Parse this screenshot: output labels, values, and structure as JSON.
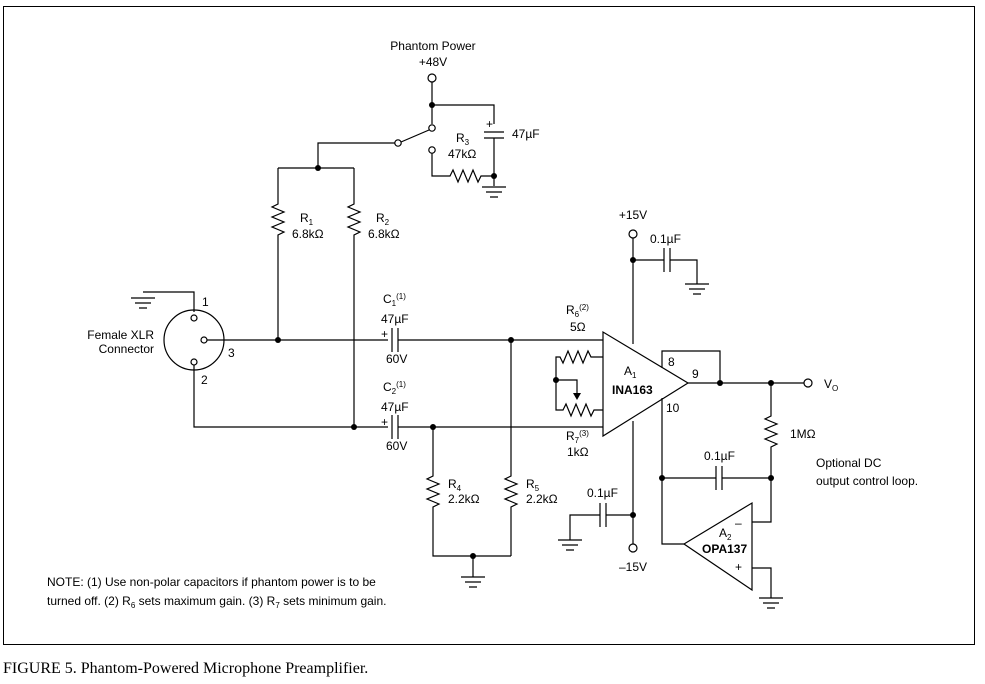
{
  "caption": "FIGURE 5. Phantom-Powered Microphone Preamplifier.",
  "phantom": {
    "title": "Phantom Power",
    "voltage": "+48V"
  },
  "components": {
    "r1": {
      "name": "R",
      "sub": "1",
      "value": "6.8kΩ"
    },
    "r2": {
      "name": "R",
      "sub": "2",
      "value": "6.8kΩ"
    },
    "r3": {
      "name": "R",
      "sub": "3",
      "value": "47kΩ"
    },
    "r4": {
      "name": "R",
      "sub": "4",
      "value": "2.2kΩ"
    },
    "r5": {
      "name": "R",
      "sub": "5",
      "value": "2.2kΩ"
    },
    "r6": {
      "name": "R",
      "sub": "6",
      "note": "(2)",
      "value": "5Ω"
    },
    "r7": {
      "name": "R",
      "sub": "7",
      "note": "(3)",
      "value": "1kΩ"
    },
    "r8": {
      "value": "1MΩ"
    },
    "cphantom": {
      "value": "47µF",
      "plus": "+"
    },
    "c1": {
      "name": "C",
      "sub": "1",
      "note": "(1)",
      "value": "47µF",
      "voltage": "60V",
      "plus": "+"
    },
    "c2": {
      "name": "C",
      "sub": "2",
      "note": "(1)",
      "value": "47µF",
      "voltage": "60V",
      "plus": "+"
    },
    "c_pos": {
      "value": "0.1µF"
    },
    "c_neg": {
      "value": "0.1µF"
    },
    "c_fb": {
      "value": "0.1µF"
    }
  },
  "xlr": {
    "label1": "Female XLR",
    "label2": "Connector",
    "pin1": "1",
    "pin2": "2",
    "pin3": "3"
  },
  "supplies": {
    "pos": "+15V",
    "neg": "–15V"
  },
  "a1": {
    "name": "A",
    "sub": "1",
    "part": "INA163",
    "pin8": "8",
    "pin9": "9",
    "pin10": "10"
  },
  "a2": {
    "name": "A",
    "sub": "2",
    "part": "OPA137",
    "minus": "–",
    "plus": "+"
  },
  "output": {
    "name": "V",
    "sub": "O"
  },
  "optional": {
    "line1": "Optional DC",
    "line2": "output control loop."
  },
  "note": {
    "line1": "NOTE: (1) Use non-polar capacitors if phantom power is to be",
    "line2a": "turned off. (2) R",
    "line2b": "6",
    "line2c": " sets maximum gain. (3) R",
    "line2d": "7",
    "line2e": " sets minimum gain."
  }
}
